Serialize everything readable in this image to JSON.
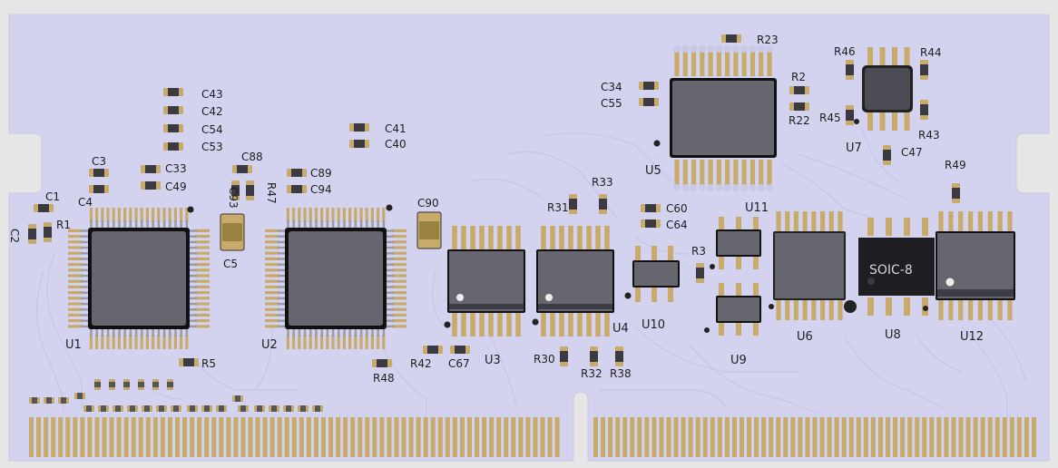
{
  "colors": {
    "background": "#e6e6e6",
    "board": "#d3d3f0",
    "trace": "#c5c5e4",
    "pad": "#c8ab6a",
    "chip_body": "#66666f",
    "chip_outline": "#111111",
    "silk": "#1e1e1e"
  },
  "labels": {
    "U1": "U1",
    "U2": "U2",
    "U3": "U3",
    "U4": "U4",
    "U5": "U5",
    "U6": "U6",
    "U7": "U7",
    "U8": "U8",
    "U9": "U9",
    "U10": "U10",
    "U11": "U11",
    "U12": "U12",
    "C1": "C1",
    "C2": "C2",
    "C3": "C3",
    "C4": "C4",
    "C5": "C5",
    "C33": "C33",
    "C34": "C34",
    "C40": "C40",
    "C41": "C41",
    "C42": "C42",
    "C43": "C43",
    "C47": "C47",
    "C49": "C49",
    "C53": "C53",
    "C54": "C54",
    "C55": "C55",
    "C60": "C60",
    "C64": "C64",
    "C67": "C67",
    "C88": "C88",
    "C89": "C89",
    "C90": "C90",
    "C93": "C93",
    "C94": "C94",
    "R1": "R1",
    "R2": "R2",
    "R3": "R3",
    "R5": "R5",
    "R22": "R22",
    "R23": "R23",
    "R30": "R30",
    "R31": "R31",
    "R32": "R32",
    "R33": "R33",
    "R38": "R38",
    "R42": "R42",
    "R43": "R43",
    "R44": "R44",
    "R45": "R45",
    "R46": "R46",
    "R47": "R47",
    "R48": "R48",
    "R49": "R49",
    "SOIC8": "SOIC-8"
  }
}
